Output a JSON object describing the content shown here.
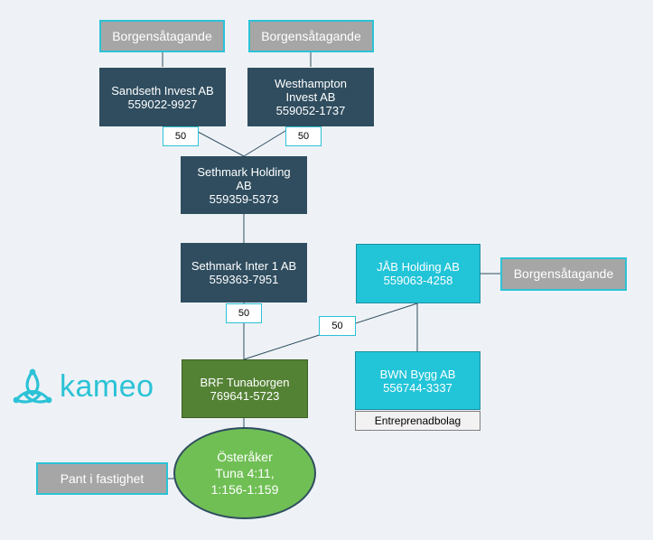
{
  "guarantees": {
    "left": "Borgensåtagande",
    "right": "Borgensåtagande",
    "jab": "Borgensåtagande"
  },
  "companies": {
    "sandseth": {
      "name": "Sandseth Invest AB",
      "org": "559022-9927"
    },
    "westhampton": {
      "name_line1": "Westhampton",
      "name_line2": "Invest AB",
      "org": "559052-1737"
    },
    "sethmark_holding": {
      "name_line1": "Sethmark Holding",
      "name_line2": "AB",
      "org": "559359-5373"
    },
    "sethmark_inter": {
      "name": "Sethmark Inter 1 AB",
      "org": "559363-7951"
    },
    "jab_holding": {
      "name": "JÅB Holding AB",
      "org": "559063-4258"
    },
    "bwn_bygg": {
      "name": "BWN Bygg AB",
      "org": "556744-3337"
    },
    "brf": {
      "name": "BRF Tunaborgen",
      "org": "769641-5723"
    }
  },
  "ownership": {
    "sandseth_share": "50",
    "westhampton_share": "50",
    "inter_share": "50",
    "jab_share": "50"
  },
  "entreprenad_label": "Entreprenadbolag",
  "property": {
    "line1": "Österåker",
    "line2": "Tuna 4:11,",
    "line3": "1:156-1:159"
  },
  "pledge": "Pant i fastighet",
  "brand": {
    "name": "kameo",
    "color": "#2cc2d6"
  },
  "colors": {
    "navy": "#2f4d5f",
    "teal": "#22c4d8",
    "green": "#548235",
    "property_green": "#70bf55",
    "grey": "#a6a6a6"
  }
}
